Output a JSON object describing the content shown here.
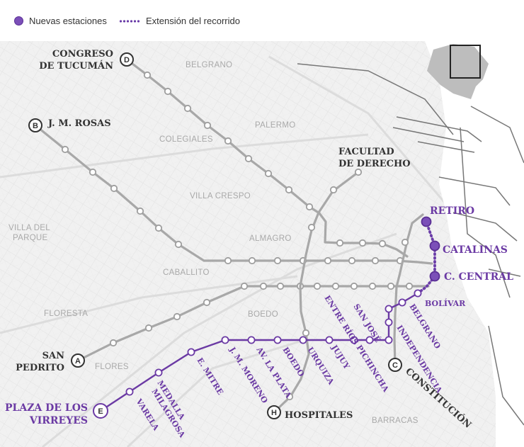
{
  "legend": {
    "new_stations": "Nuevas estaciones",
    "extension": "Extensión del recorrido"
  },
  "colors": {
    "line_e": "#6b3aa4",
    "new_station": "#7b4fb8",
    "other_lines": "#a8a8a8",
    "station_fill": "#ffffff",
    "background": "#f1f1f1"
  },
  "neighborhoods": [
    {
      "id": "belgrano",
      "text": "BELGRANO"
    },
    {
      "id": "palermo",
      "text": "PALERMO"
    },
    {
      "id": "colegiales",
      "text": "COLEGIALES"
    },
    {
      "id": "villa-crespo",
      "text": "VILLA CRESPO"
    },
    {
      "id": "almagro",
      "text": "ALMAGRO"
    },
    {
      "id": "villa-del-parque-1",
      "text": "VILLA DEL"
    },
    {
      "id": "villa-del-parque-2",
      "text": "PARQUE"
    },
    {
      "id": "caballito",
      "text": "CABALLITO"
    },
    {
      "id": "floresta",
      "text": "FLORESTA"
    },
    {
      "id": "boedo",
      "text": "BOEDO"
    },
    {
      "id": "flores",
      "text": "FLORES"
    },
    {
      "id": "barracas",
      "text": "BARRACAS"
    }
  ],
  "terminals": [
    {
      "letter": "D",
      "label_lines": [
        "CONGRESO",
        "DE TUCUMÁN"
      ]
    },
    {
      "letter": "B",
      "label_lines": [
        "J. M. ROSAS"
      ]
    },
    {
      "letter": "A",
      "label_lines": [
        "SAN",
        "PEDRITO"
      ]
    },
    {
      "letter": "C",
      "label_lines": [
        "CONSTITUCIÓN"
      ]
    },
    {
      "letter": "H",
      "label_lines": [
        "HOSPITALES"
      ]
    },
    {
      "letter": "",
      "label_lines": [
        "FACULTAD",
        "DE DERECHO"
      ]
    }
  ],
  "line_e": {
    "terminal_letter": "E",
    "terminal_label_lines": [
      "PLAZA DE LOS",
      "VIRREYES"
    ],
    "stations": [
      {
        "label": "VARELA"
      },
      {
        "label": "MEDALLA"
      },
      {
        "label": "MILAGROSA"
      },
      {
        "label": "E. MITRE"
      },
      {
        "label": "J. M. MORENO"
      },
      {
        "label": "AV. LA PLATA"
      },
      {
        "label": "BOEDO"
      },
      {
        "label": "URQUIZA"
      },
      {
        "label": "JUJUY"
      },
      {
        "label": "PICHINCHA"
      },
      {
        "label": "ENTRE RÍOS"
      },
      {
        "label": "SAN JOSÉ"
      },
      {
        "label": "INDEPENDENCIA"
      },
      {
        "label": "BELGRANO"
      },
      {
        "label": "BOLÍVAR"
      }
    ],
    "new_stations": [
      {
        "label": "RETIRO"
      },
      {
        "label": "CATALINAS"
      },
      {
        "label": "C. CENTRAL"
      }
    ]
  }
}
